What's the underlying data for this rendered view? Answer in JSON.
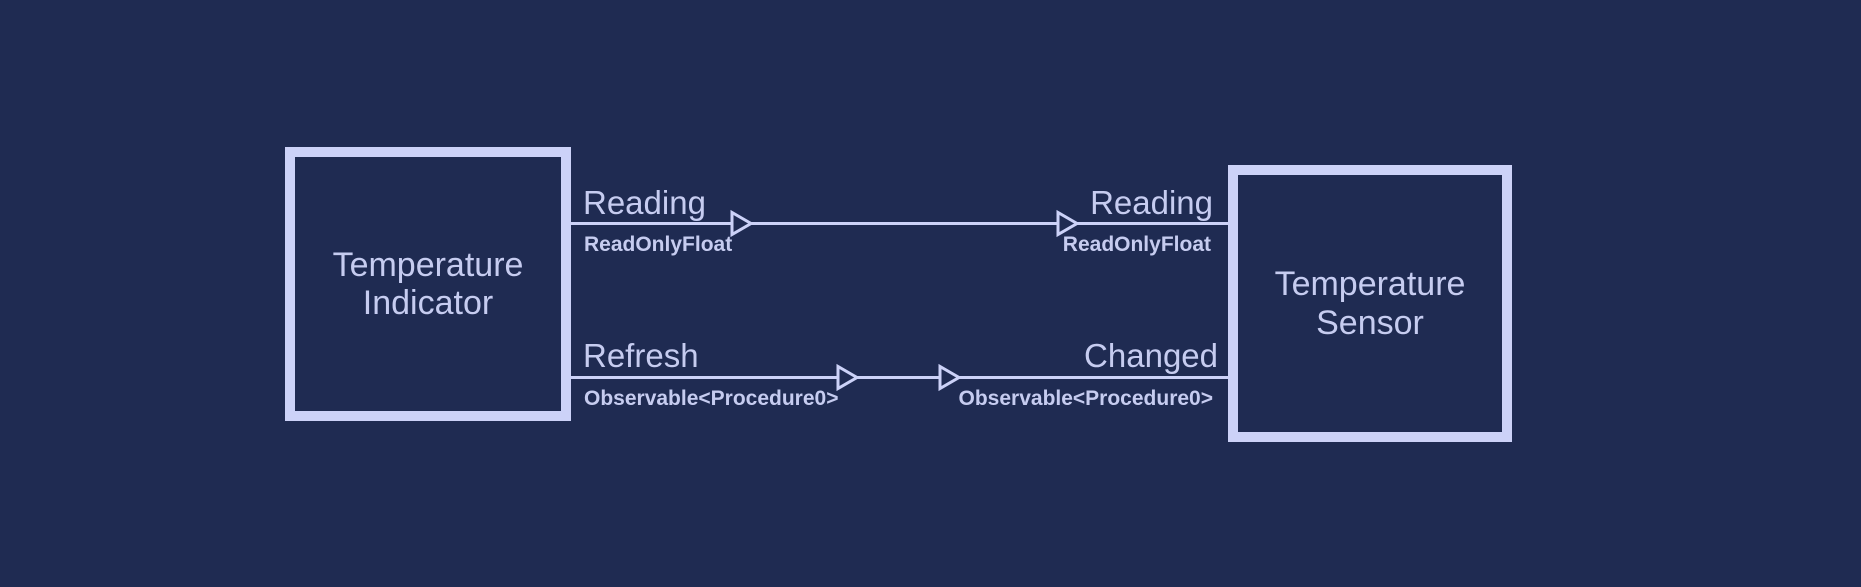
{
  "diagram": {
    "colors": {
      "bg": "#1f2b52",
      "accent": "#ccd2f8",
      "text": "#c6ccf0"
    },
    "nodes": [
      {
        "title": "Temperature Indicator"
      },
      {
        "title": "Temperature Sensor"
      }
    ],
    "connections": [
      {
        "from": {
          "name": "Reading",
          "type": "ReadOnlyFloat"
        },
        "to": {
          "name": "Reading",
          "type": "ReadOnlyFloat"
        }
      },
      {
        "from": {
          "name": "Refresh",
          "type": "Observable<Procedure0>"
        },
        "to": {
          "name": "Changed",
          "type": "Observable<Procedure0>"
        }
      }
    ]
  }
}
